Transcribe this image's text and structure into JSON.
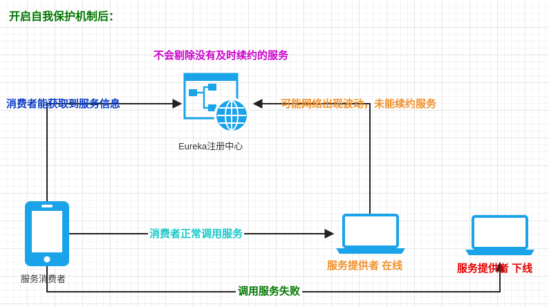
{
  "title": "开启自我保护机制后：",
  "eureka": {
    "label": "Eureka注册中心",
    "note": "不会剔除没有及时续约的服务"
  },
  "consumer": {
    "label": "服务消费者",
    "fetch_note": "消费者能获取到服务信息"
  },
  "provider_online": {
    "label": "服务提供者  在线",
    "network_note": "可能网络出现波动，未能续约服务"
  },
  "provider_offline": {
    "label": "服务提供者  下线"
  },
  "edges": {
    "normal_call": "消费者正常调用服务",
    "failed_call": "调用服务失败"
  },
  "colors": {
    "title": "#007700",
    "eureka_note": "#cc00cc",
    "fetch_note": "#0a3cc8",
    "network_note": "#f0922c",
    "normal_call": "#18c8c8",
    "provider_online": "#f0922c",
    "provider_offline": "#e60000",
    "failed_call": "#007700",
    "icon": "#1aa3e8"
  }
}
